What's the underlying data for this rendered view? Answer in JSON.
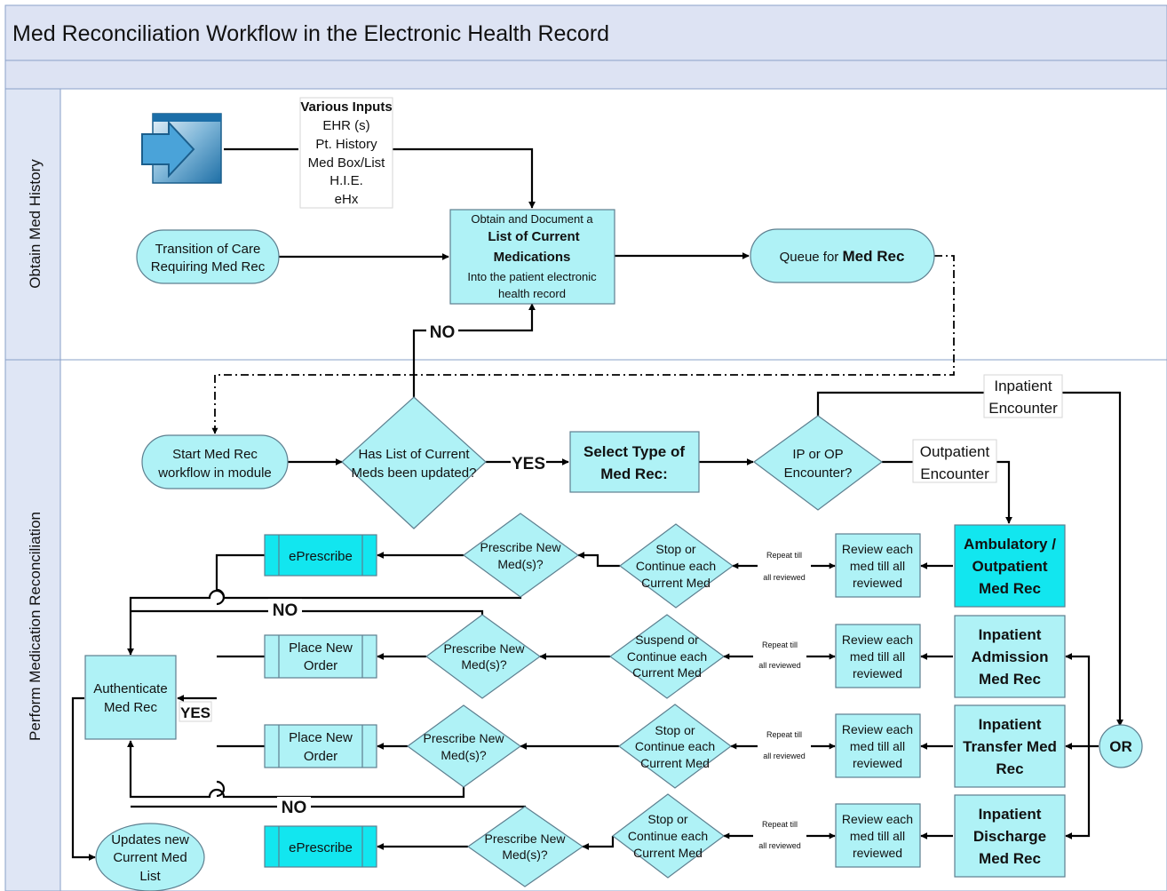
{
  "title": "Med Reconciliation Workflow in the Electronic Health Record",
  "lanes": {
    "history": "Obtain Med History",
    "reconcile": "Perform Medication Reconciliation"
  },
  "inputs": {
    "heading": "Various Inputs",
    "items": [
      "EHR (s)",
      "Pt. History",
      "Med Box/List",
      "H.I.E.",
      "eHx"
    ]
  },
  "nodes": {
    "transition": [
      "Transition of Care",
      "Requiring Med Rec"
    ],
    "obtain_1": "Obtain and Document a",
    "obtain_2": "List of Current",
    "obtain_3": "Medications",
    "obtain_4": "Into the patient electronic",
    "obtain_5": "health record",
    "queue_pre": "Queue for ",
    "queue_bold": "Med Rec",
    "start": [
      "Start Med Rec",
      "workflow in module"
    ],
    "has_list": [
      "Has List of Current",
      "Meds been updated?"
    ],
    "select_type": [
      "Select Type of",
      "Med Rec:"
    ],
    "ip_op": [
      "IP or OP",
      "Encounter?"
    ],
    "ambulatory": [
      "Ambulatory /",
      "Outpatient",
      "Med Rec"
    ],
    "inpatient_admission": [
      "Inpatient",
      "Admission",
      "Med Rec"
    ],
    "inpatient_transfer": [
      "Inpatient",
      "Transfer Med",
      "Rec"
    ],
    "inpatient_discharge": [
      "Inpatient",
      "Discharge",
      "Med Rec"
    ],
    "or": "OR",
    "review": [
      "Review each",
      "med till all",
      "reviewed"
    ],
    "stop_continue": [
      "Stop or",
      "Continue each",
      "Current Med"
    ],
    "suspend_continue": [
      "Suspend or",
      "Continue each",
      "Current Med"
    ],
    "prescribe": [
      "Prescribe New",
      "Med(s)?"
    ],
    "eprescribe": "ePrescribe",
    "place_order": [
      "Place New",
      "Order"
    ],
    "authenticate": [
      "Authenticate",
      "Med Rec"
    ],
    "updates": [
      "Updates new",
      "Current Med",
      "List"
    ]
  },
  "labels": {
    "yes": "YES",
    "no": "NO",
    "inpatient_encounter": [
      "Inpatient",
      "Encounter"
    ],
    "outpatient_encounter": [
      "Outpatient",
      "Encounter"
    ],
    "repeat": [
      "Repeat till",
      "all reviewed"
    ]
  },
  "colors": {
    "node_fill": "#aff2f6",
    "highlight_fill": "#12e6ef",
    "header_fill": "#dde3f3",
    "lane_header_fill": "#dfe6f5"
  }
}
